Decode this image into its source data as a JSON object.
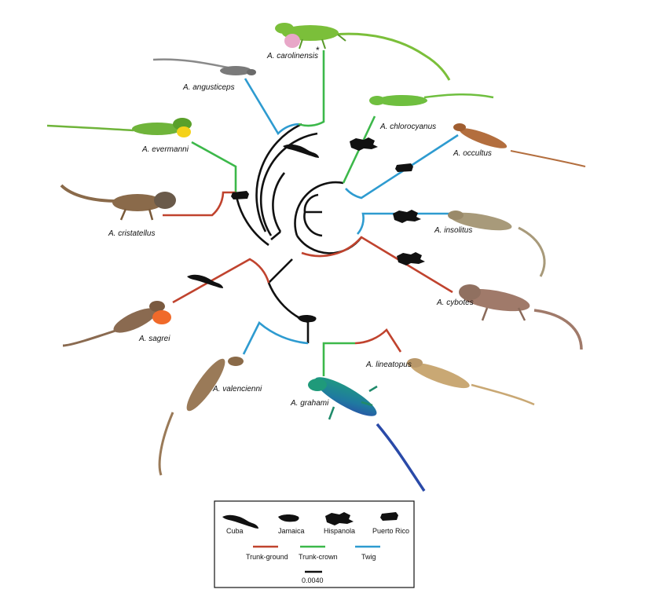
{
  "species": [
    {
      "id": "carolinensis",
      "label": "A. carolinensis",
      "ecomorph": "trunk-crown",
      "body": "#7bbf3a",
      "dewlap": "#e8a7c8",
      "star": "*"
    },
    {
      "id": "angusticeps",
      "label": "A. angusticeps",
      "ecomorph": "twig",
      "body": "#8a8a8a"
    },
    {
      "id": "chlorocyanus",
      "label": "A. chlorocyanus",
      "ecomorph": "trunk-crown",
      "body": "#6fbf3f"
    },
    {
      "id": "occultus",
      "label": "A. occultus",
      "ecomorph": "twig",
      "body": "#b36e3e"
    },
    {
      "id": "evermanni",
      "label": "A. evermanni",
      "ecomorph": "trunk-crown",
      "body": "#6fb43a",
      "dewlap": "#f4d21a"
    },
    {
      "id": "cristatellus",
      "label": "A. cristatellus",
      "ecomorph": "trunk-ground",
      "body": "#8a6a4a"
    },
    {
      "id": "insolitus",
      "label": "A. insolitus",
      "ecomorph": "twig",
      "body": "#a89a7a"
    },
    {
      "id": "cybotes",
      "label": "A. cybotes",
      "ecomorph": "trunk-ground",
      "body": "#a07a6a"
    },
    {
      "id": "sagrei",
      "label": "A. sagrei",
      "ecomorph": "trunk-ground",
      "body": "#8a6a50",
      "dewlap": "#f06a2a"
    },
    {
      "id": "valencienni",
      "label": "A. valencienni",
      "ecomorph": "twig",
      "body": "#9a7a58"
    },
    {
      "id": "grahami",
      "label": "A. grahami",
      "ecomorph": "trunk-crown",
      "body": "#1f9a7a"
    },
    {
      "id": "lineatopus",
      "label": "A. lineatopus",
      "ecomorph": "trunk-ground",
      "body": "#c9a874"
    }
  ],
  "legend": {
    "islands": [
      {
        "id": "cuba",
        "label": "Cuba"
      },
      {
        "id": "jamaica",
        "label": "Jamaica"
      },
      {
        "id": "hispanola",
        "label": "Hispanola"
      },
      {
        "id": "puerto_rico",
        "label": "Puerto Rico"
      }
    ],
    "ecomorphs": [
      {
        "id": "trunk-ground",
        "label": "Trunk-ground",
        "color": "#c0432e"
      },
      {
        "id": "trunk-crown",
        "label": "Trunk-crown",
        "color": "#3cb84a"
      },
      {
        "id": "twig",
        "label": "Twig",
        "color": "#2e9bd0"
      }
    ],
    "scale_label": "0.0040"
  },
  "colors": {
    "trunk-ground": "#c0432e",
    "trunk-crown": "#3cb84a",
    "twig": "#2e9bd0",
    "internal": "#111111"
  }
}
